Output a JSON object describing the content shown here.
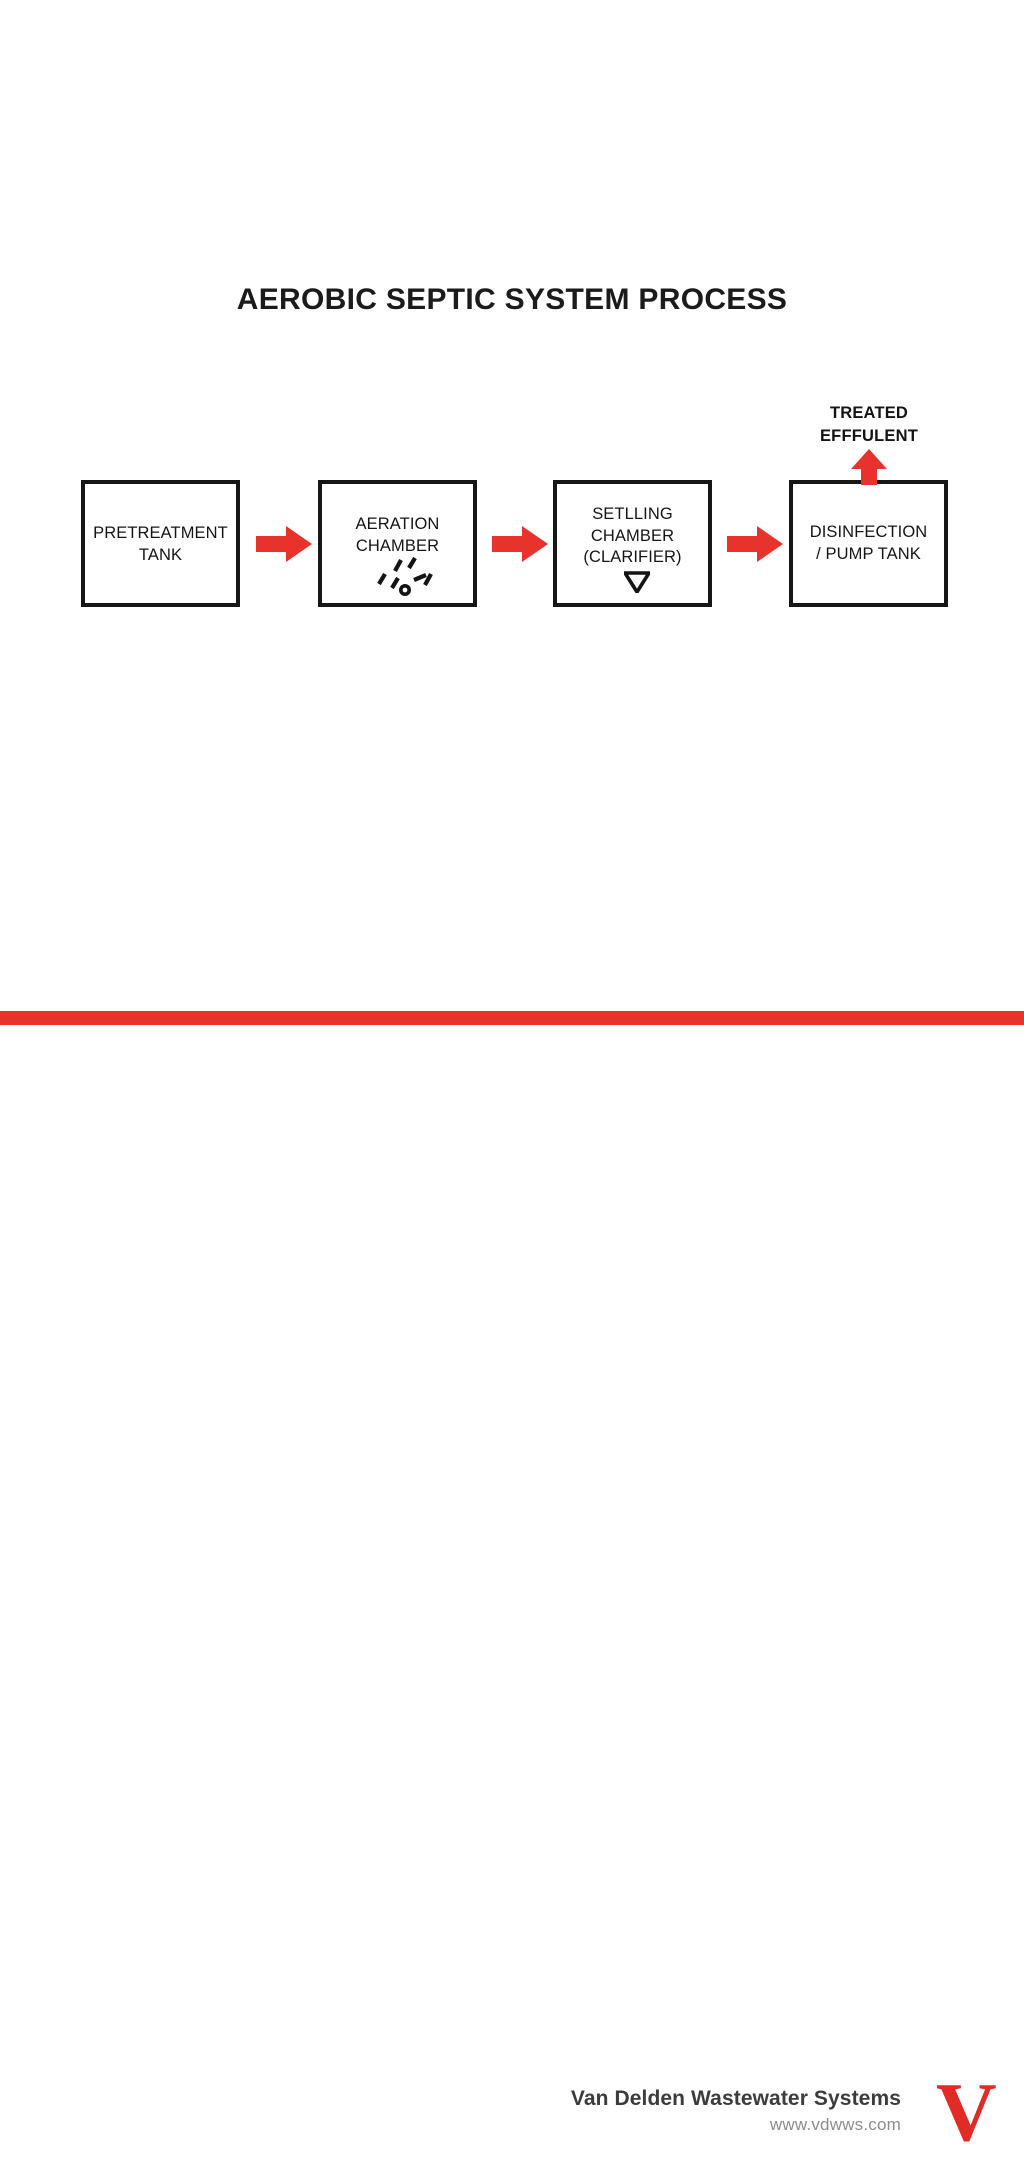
{
  "diagram": {
    "title": "AEROBIC SEPTIC SYSTEM PROCESS",
    "type": "process-flow",
    "orientation": "left-to-right",
    "steps": [
      {
        "id": "box-1",
        "label": "PRETREATMENT\nTANK",
        "order": 1
      },
      {
        "id": "box-2",
        "label": "AERATION\nCHAMBER",
        "order": 2,
        "glyph": "bubbles-icon"
      },
      {
        "id": "box-3",
        "label": "SETLLING\nCHAMBER\n(CLARIFIER)",
        "order": 3,
        "glyph": "down-triangle-icon"
      },
      {
        "id": "box-4",
        "label": "DISINFECTION\n/ PUMP TANK",
        "order": 4
      }
    ],
    "connectors": [
      {
        "id": "arrow-1",
        "from": "box-1",
        "to": "box-2",
        "direction": "right"
      },
      {
        "id": "arrow-2",
        "from": "box-2",
        "to": "box-3",
        "direction": "right"
      },
      {
        "id": "arrow-3",
        "from": "box-3",
        "to": "box-4",
        "direction": "right"
      },
      {
        "id": "arrow-output",
        "from": "box-4",
        "to": "effluent-output",
        "direction": "up"
      }
    ],
    "output_label": "TREATED\nEFFFULENT"
  },
  "footer": {
    "company": "Van Delden Wastewater Systems",
    "url": "www.vdwws.com",
    "logo_letter": "V"
  },
  "colors": {
    "accent_red": "#e8322c",
    "logo_red": "#e02b26",
    "box_outline": "#161616",
    "text_dark": "#151515",
    "footer_company": "#3c3c3c",
    "footer_url": "#8d8d8d",
    "background": "#ffffff"
  }
}
